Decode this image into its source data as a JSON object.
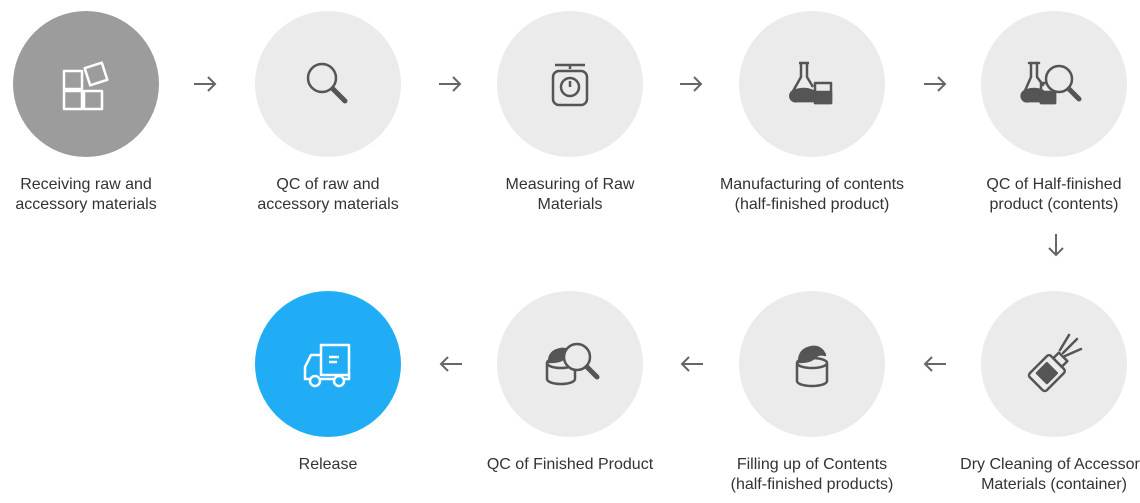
{
  "colors": {
    "circle_default": "#ebebeb",
    "circle_first": "#9c9c9c",
    "circle_release": "#21adf5",
    "icon_stroke": "#555555",
    "icon_stroke_light": "#ffffff",
    "arrow": "#666666"
  },
  "steps": [
    {
      "id": "receiving",
      "icon": "boxes-icon",
      "lines": [
        "Receiving raw and",
        "accessory materials"
      ]
    },
    {
      "id": "qc-raw",
      "icon": "magnifier-icon",
      "lines": [
        "QC of raw and",
        "accessory materials"
      ]
    },
    {
      "id": "measuring",
      "icon": "scale-icon",
      "lines": [
        "Measuring of Raw",
        "Materials"
      ]
    },
    {
      "id": "manufacturing",
      "icon": "flask-beaker-icon",
      "lines": [
        "Manufacturing of contents",
        "(half-finished product)"
      ]
    },
    {
      "id": "qc-half",
      "icon": "flask-magnifier-icon",
      "lines": [
        "QC of Half-finished",
        "product (contents)"
      ]
    },
    {
      "id": "dry-cleaning",
      "icon": "spray-bottle-icon",
      "lines": [
        "Dry Cleaning of Accessory",
        "Materials (container)"
      ]
    },
    {
      "id": "filling",
      "icon": "cream-jar-icon",
      "lines": [
        "Filling up of Contents",
        "(half-finished products)"
      ]
    },
    {
      "id": "qc-finished",
      "icon": "jar-magnifier-icon",
      "lines": [
        "QC of Finished Product"
      ]
    },
    {
      "id": "release",
      "icon": "truck-icon",
      "lines": [
        "Release"
      ]
    }
  ],
  "arrows": [
    {
      "from": "receiving",
      "direction": "right"
    },
    {
      "from": "qc-raw",
      "direction": "right"
    },
    {
      "from": "measuring",
      "direction": "right"
    },
    {
      "from": "manufacturing",
      "direction": "right"
    },
    {
      "from": "qc-half",
      "direction": "down"
    },
    {
      "from": "dry-cleaning",
      "direction": "left"
    },
    {
      "from": "filling",
      "direction": "left"
    },
    {
      "from": "qc-finished",
      "direction": "left"
    }
  ]
}
